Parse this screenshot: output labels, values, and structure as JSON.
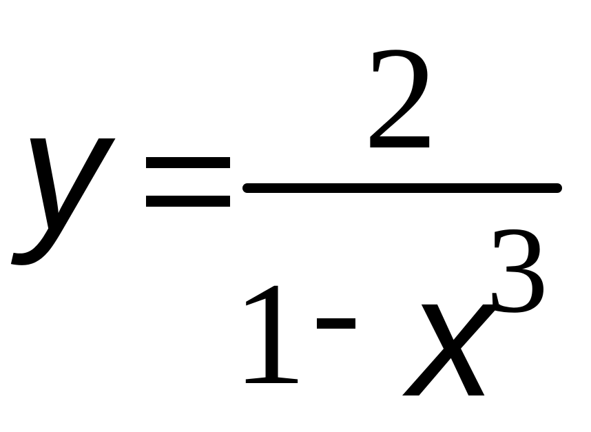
{
  "formula": {
    "lhs_variable": "y",
    "equals_sign": "=",
    "numerator": "2",
    "denominator": {
      "constant": "1",
      "operator": "-",
      "variable": "x",
      "exponent": "3"
    }
  }
}
